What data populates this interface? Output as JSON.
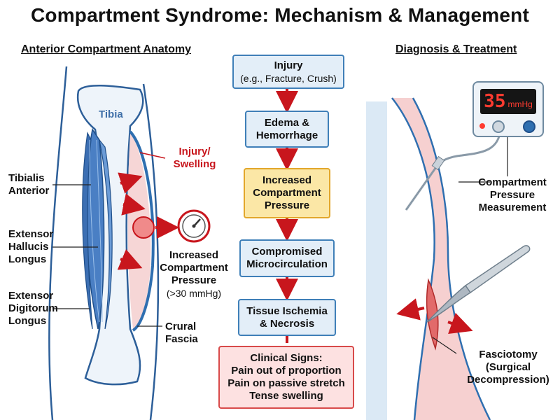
{
  "title": "Compartment Syndrome: Mechanism & Management",
  "left": {
    "heading": "Anterior Compartment Anatomy",
    "tibia": "Tibia",
    "injury": [
      "Injury/",
      "Swelling"
    ],
    "tibialis": [
      "Tibialis",
      "Anterior"
    ],
    "ehl": [
      "Extensor",
      "Hallucis",
      "Longus"
    ],
    "edl": [
      "Extensor",
      "Digitorum",
      "Longus"
    ],
    "pressure": [
      "Increased",
      "Compartment",
      "Pressure"
    ],
    "pressure_value": "(>30 mmHg)",
    "fascia": [
      "Crural",
      "Fascia"
    ]
  },
  "flow": {
    "injury": {
      "title": "Injury",
      "sub": "(e.g., Fracture, Crush)"
    },
    "edema": [
      "Edema &",
      "Hemorrhage"
    ],
    "pressure": [
      "Increased",
      "Compartment",
      "Pressure"
    ],
    "micro": [
      "Compromised",
      "Microcirculation"
    ],
    "ischemia": [
      "Tissue Ischemia",
      "& Necrosis"
    ],
    "signs": [
      "Clinical Signs:",
      "Pain out of proportion",
      "Pain on passive stretch",
      "Tense swelling"
    ]
  },
  "right": {
    "heading": "Diagnosis & Treatment",
    "meter_value": "35",
    "meter_unit": "mmHg",
    "measure": [
      "Compartment",
      "Pressure",
      "Measurement"
    ],
    "fasciotomy": [
      "Fasciotomy",
      "(Surgical",
      "Decompression)"
    ]
  },
  "colors": {
    "red": "#c8161d",
    "blue": "#2f6fb0",
    "muscle": "#4a7fc4",
    "pink": "#f6d6d6"
  }
}
